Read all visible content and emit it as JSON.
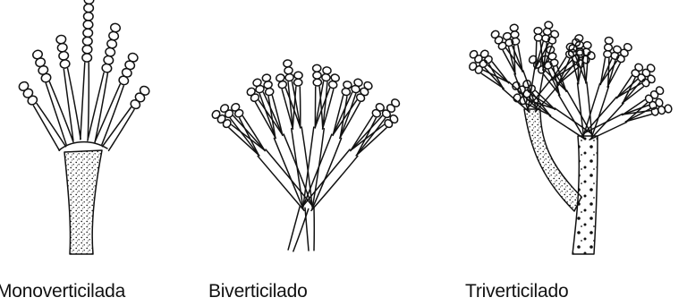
{
  "illustrations": [
    {
      "name": "monoverticilada",
      "caption": "Monoverticilada"
    },
    {
      "name": "biverticilado",
      "caption": "Biverticilado"
    },
    {
      "name": "triverticilado",
      "caption": "Triverticilado"
    }
  ],
  "colors": {
    "ink": "#111111",
    "background": "#ffffff"
  }
}
